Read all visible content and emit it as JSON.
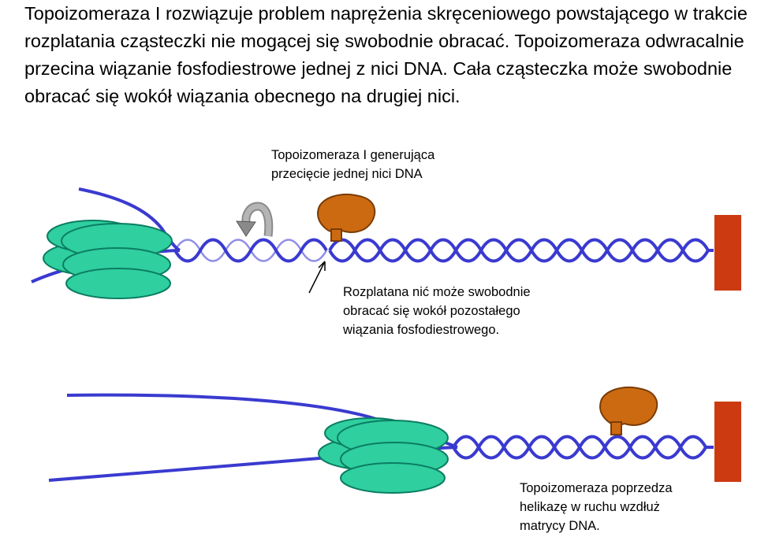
{
  "intro": {
    "text": "Topoizomeraza I rozwiązuje problem naprężenia skręceniowego powstającego w trakcie rozplatania cząsteczki nie mogącej się swobodnie obracać. Topoizomeraza odwracalnie przecina wiązanie fosfodiestrowe jednej z nici DNA. Cała cząsteczka może swobodnie obracać się wokół wiązania obecnego na drugiej nici."
  },
  "labels": {
    "topo_cut": "Topoizomeraza  I generująca przecięcie jednej nici DNA",
    "unwound_strand": "Rozplatana nić może swobodnie obracać się wokół pozostałego wiązania fosfodiestrowego.",
    "topo_precedes": "Topoizomeraza poprzedza helikazę w ruchu wzdłuż matrycy DNA."
  },
  "colors": {
    "dna_strand": "#3a3ad0",
    "dna_strand_light": "#8f8fe8",
    "helicase_fill": "#2fcf9f",
    "helicase_stroke": "#0b7d62",
    "topoisomerase_fill": "#cc6a12",
    "topoisomerase_stroke": "#7a3c05",
    "anchor_block": "#cc3a12",
    "rotation_arrow": "#8a8a8a"
  }
}
